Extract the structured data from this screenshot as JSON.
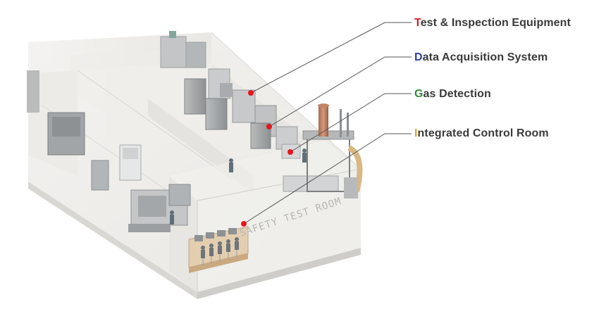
{
  "colors": {
    "dot": "#e5161d",
    "leader_line": "#555555",
    "label_text": "#3a3a3a",
    "test_initial": "#d11f27",
    "data_initial": "#2b3fb2",
    "gas_initial": "#2e8b3a",
    "control_initial": "#e0a81a"
  },
  "floor_sign": "SAFETY  TEST  ROOM",
  "callouts": [
    {
      "initial": "T",
      "rest": "est & Inspection Equipment",
      "initial_color": "#d11f27"
    },
    {
      "initial": "D",
      "rest": "ata Acquisition System",
      "initial_color": "#2b3fb2"
    },
    {
      "initial": "G",
      "rest": "as Detection",
      "initial_color": "#2e8b3a"
    },
    {
      "initial": "I",
      "rest": "ntegrated Control Room",
      "initial_color": "#e0a81a"
    }
  ]
}
